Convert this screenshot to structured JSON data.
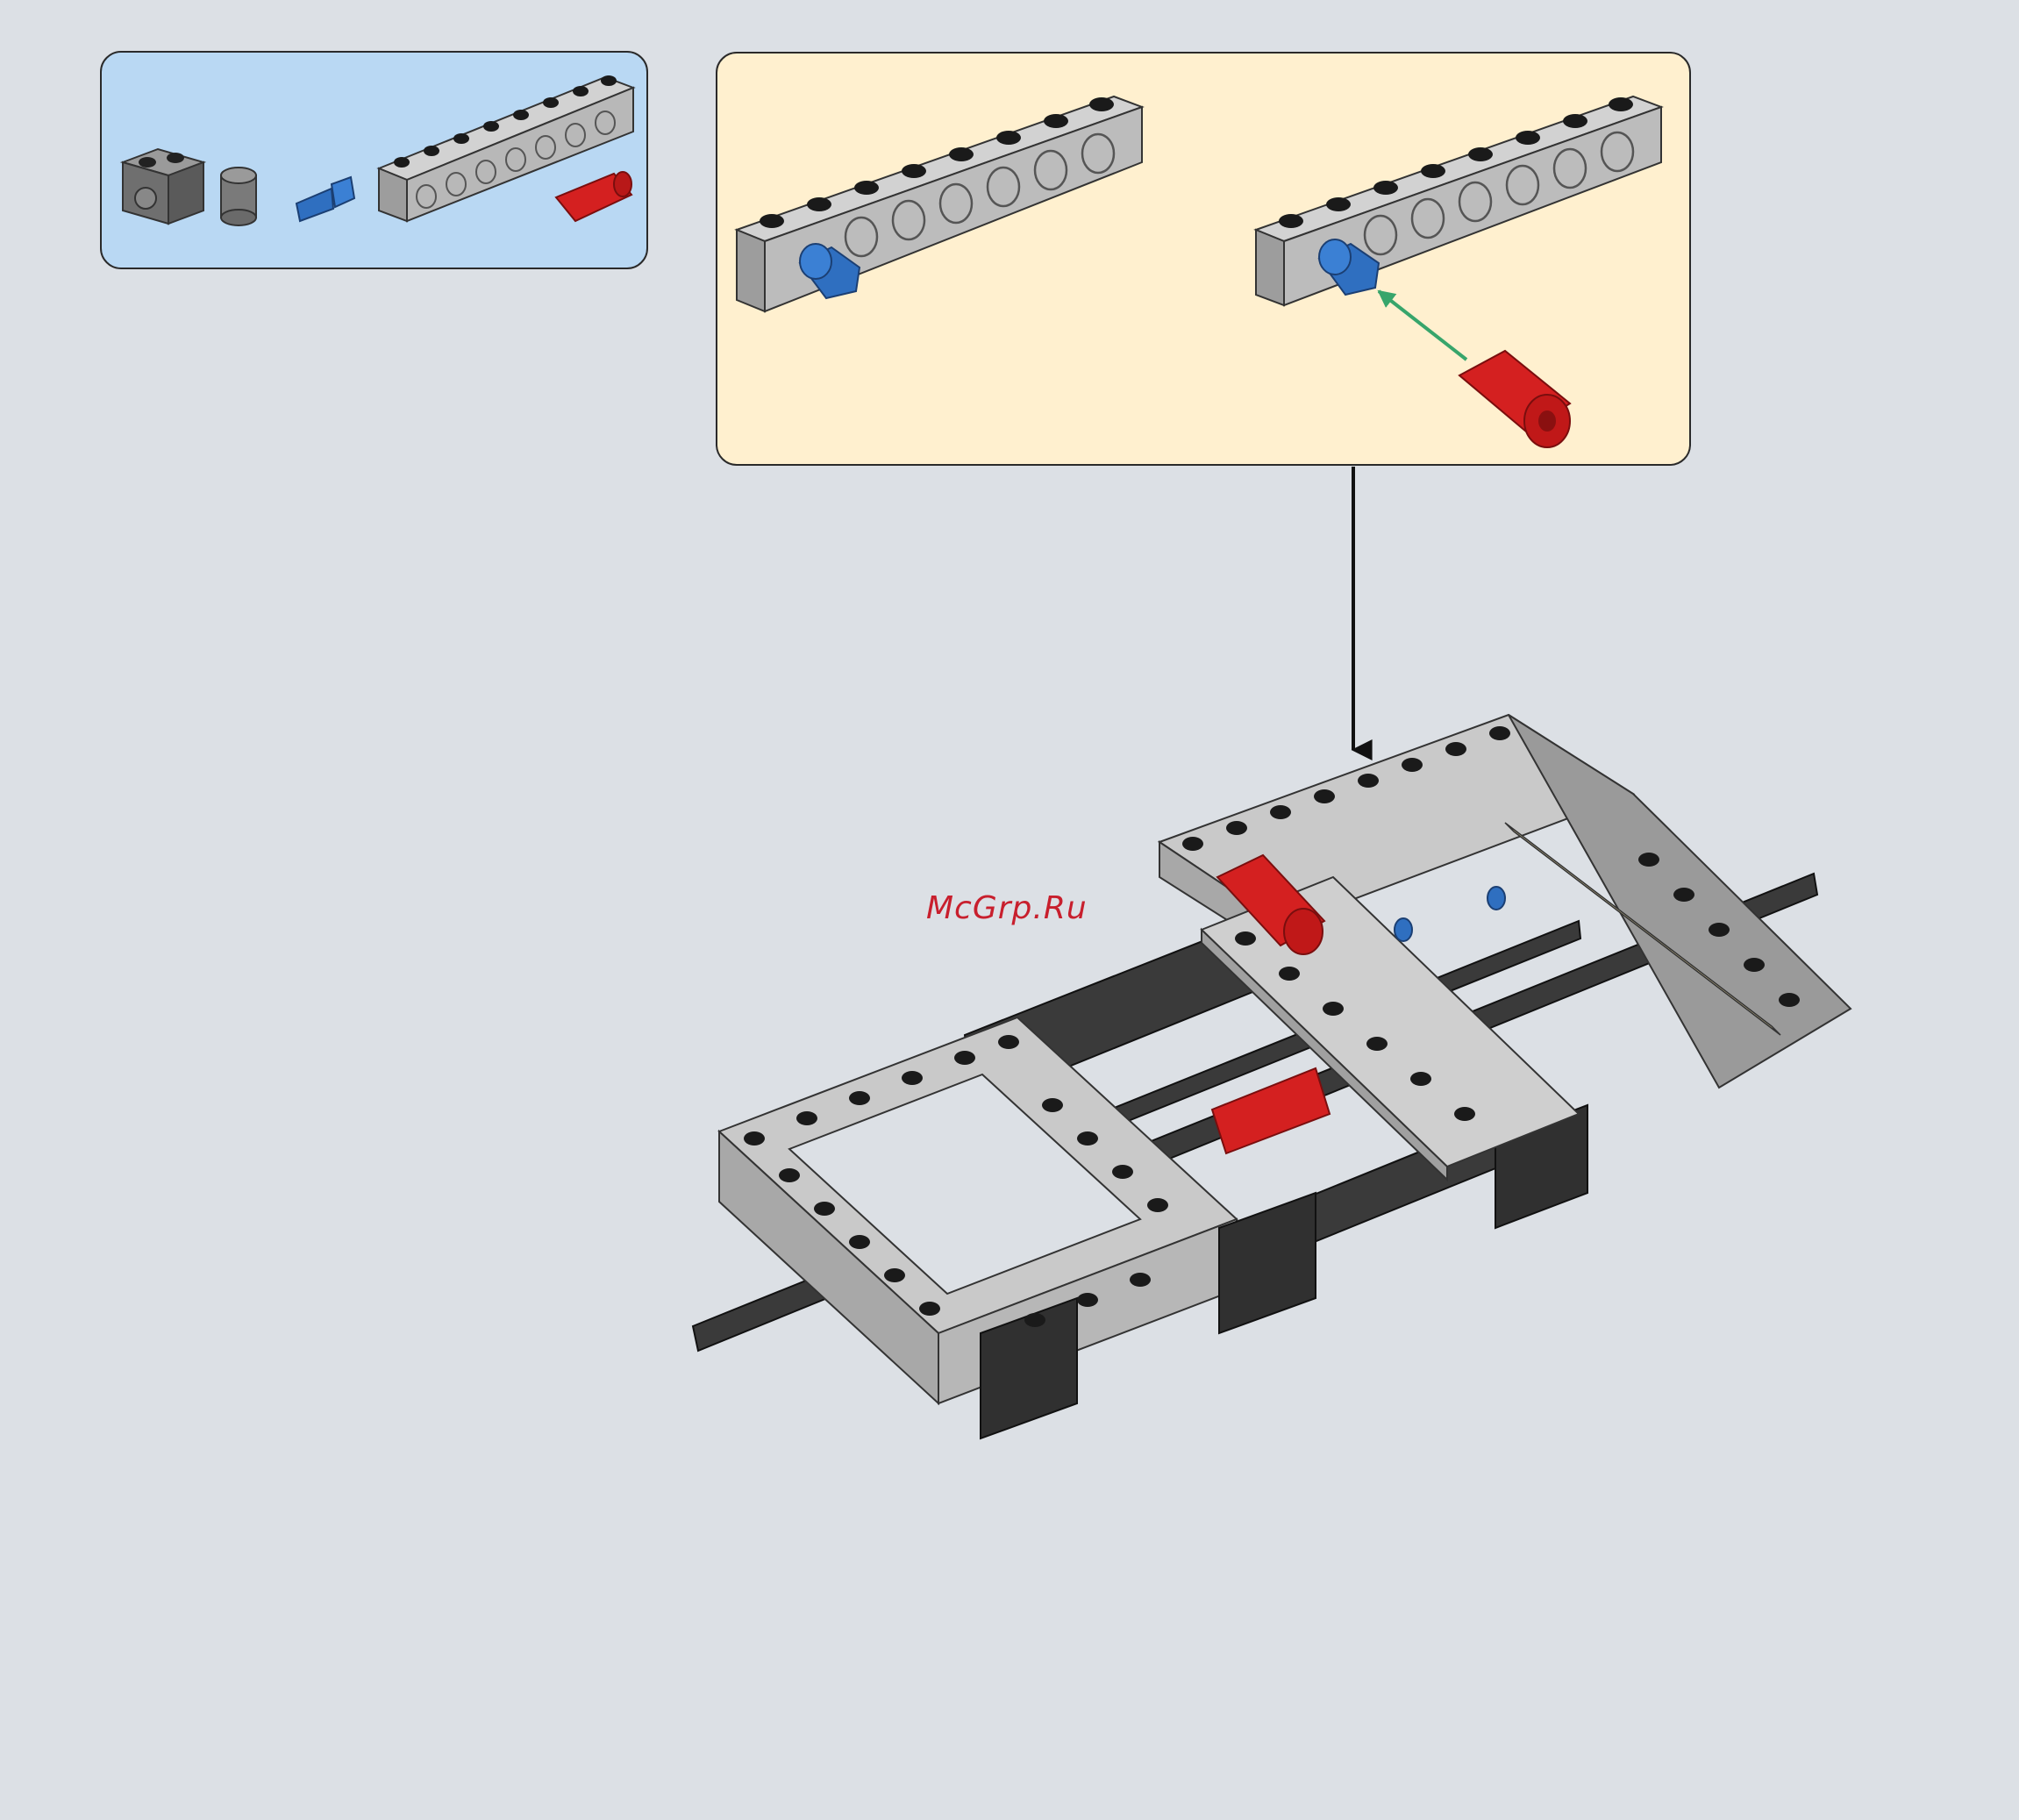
{
  "watermark": {
    "text": "McGrp.Ru"
  },
  "colors": {
    "page_background": "#dce0e5",
    "parts_panel": "#b9d8f3",
    "subassembly_panel": "#fff0cf",
    "light_gray_brick": "#b5b5b5",
    "dark_gray_brick": "#7d7d7d",
    "black_part": "#1a1a1a",
    "blue_pin": "#2f6fc0",
    "red_connector": "#d42020",
    "insert_arrow": "#37a56b",
    "tan_plate": "#e6d8a6"
  },
  "parts_list": [
    {
      "part": "dark-gray-technic-brick-1x2"
    },
    {
      "part": "dark-gray-round-brick"
    },
    {
      "part": "blue-axle-pin"
    },
    {
      "part": "light-gray-technic-brick-1x8"
    },
    {
      "part": "red-axle-connector"
    }
  ],
  "subassembly_steps": [
    {
      "step": "insert-blue-pin-into-beam"
    },
    {
      "step": "attach-red-connector-to-pin"
    }
  ]
}
